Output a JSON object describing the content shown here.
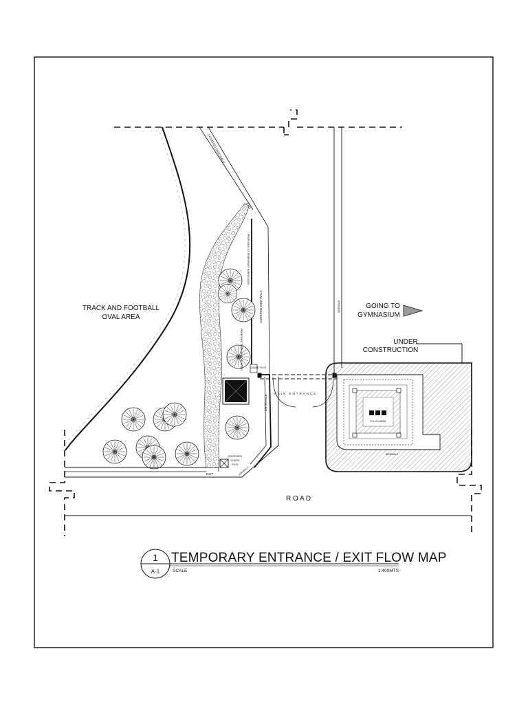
{
  "labels": {
    "track_area_line1": "TRACK AND FOOTBALL",
    "track_area_line2": "OVAL AREA",
    "covered_sidewalk_top": "COVERED SIDE WALK",
    "covered_sidewalk_right": "COVERED SIDE WALK",
    "exit_top": "EXIT",
    "barricade": "PROPOSED 1.8 TEMPORARY BARRICADES",
    "proposed_temp_note": "PROPOSED TEMPORARY BARRIER",
    "guard_post_small": "GUARD POST",
    "entrance_vertical": "ENTRANCE",
    "main_entrance": "MAIN ENTRANCE",
    "proposed_guard_post_1": "PROPOSED",
    "proposed_guard_post_2": "GUARD",
    "proposed_guard_post_3": "POST",
    "exit_bottom": "EXIT",
    "sidewalk_small": "SIDEWALK",
    "sidewalk_vertical": "SIDEWALK",
    "going_to_1": "GOING TO",
    "going_to_2": "GYMNASIUM",
    "under_construction_1": "UNDER",
    "under_construction_2": "CONSTRUCTION",
    "pylon_area": "PYLON AREA",
    "building_sidewalk": "SIDEWALK",
    "road": "R O A D"
  },
  "title_block": {
    "number": "1",
    "sheet": "A-1",
    "title": "TEMPORARY ENTRANCE / EXIT FLOW MAP",
    "scale_label": "SCALE",
    "scale_value": "1:400MTS"
  }
}
